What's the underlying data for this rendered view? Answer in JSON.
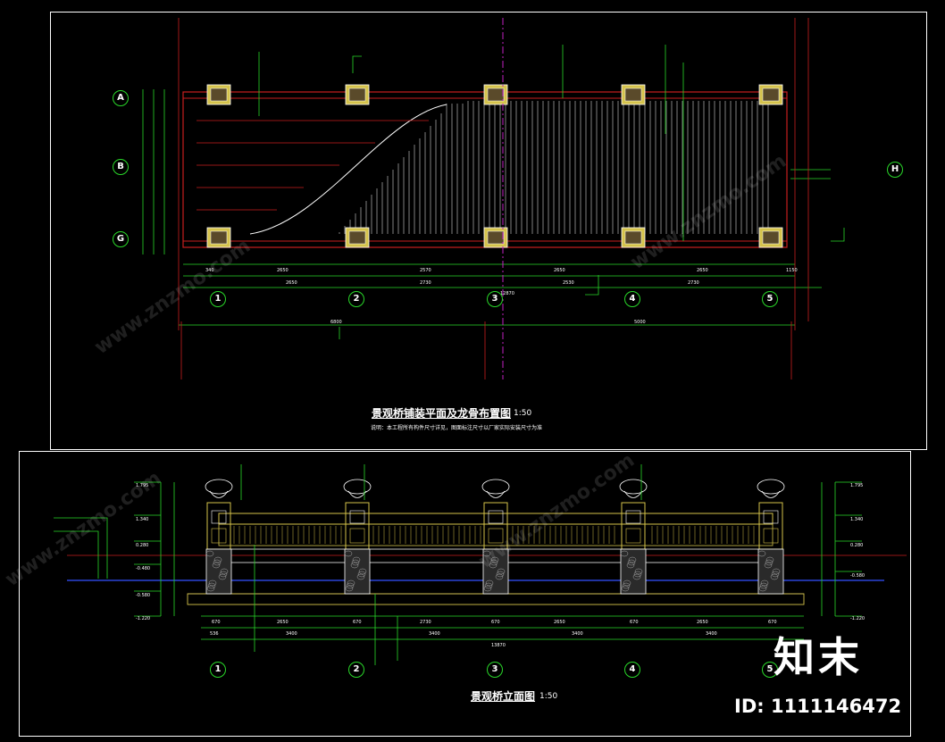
{
  "plan": {
    "title": "景观桥铺装平面及龙骨布置图",
    "scale": "1:50",
    "note": "说明：本工程所有构件尺寸详见，图面标注尺寸以厂家实际安装尺寸为准"
  },
  "elevation": {
    "title": "景观桥立面图",
    "scale": "1:50"
  },
  "axes": {
    "grid_numbers": [
      "1",
      "2",
      "3",
      "4",
      "5"
    ],
    "grid_letters": [
      "A",
      "B",
      "G",
      "H"
    ]
  },
  "watermark": {
    "site": "www.znzmo.com",
    "logo": "知末",
    "id_label": "ID: 1111146472"
  },
  "colors": {
    "line_red": "#c81e1e",
    "line_green": "#29d829",
    "post_yellow": "#d4c24a",
    "white": "#ffffff",
    "magenta": "#c020c0",
    "blue": "#2a44d8"
  }
}
